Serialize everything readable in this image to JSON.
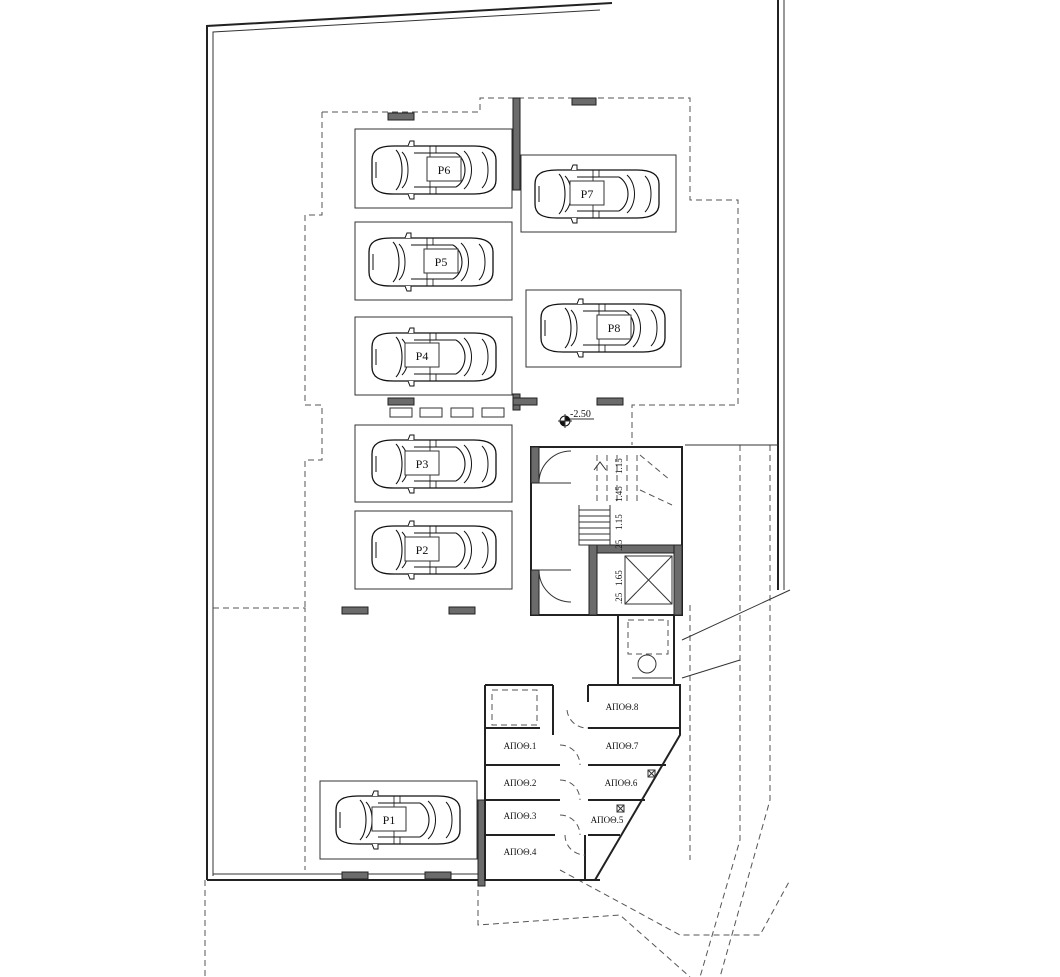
{
  "parking_spaces": [
    {
      "id": "p6",
      "label": "P6"
    },
    {
      "id": "p7",
      "label": "P7"
    },
    {
      "id": "p5",
      "label": "P5"
    },
    {
      "id": "p8",
      "label": "P8"
    },
    {
      "id": "p4",
      "label": "P4"
    },
    {
      "id": "p3",
      "label": "P3"
    },
    {
      "id": "p2",
      "label": "P2"
    },
    {
      "id": "p1",
      "label": "P1"
    }
  ],
  "level_marker": "-2.50",
  "storage_rooms": [
    {
      "id": "apoth1",
      "label": "ΑΠΟΘ.1"
    },
    {
      "id": "apoth2",
      "label": "ΑΠΟΘ.2"
    },
    {
      "id": "apoth3",
      "label": "ΑΠΟΘ.3"
    },
    {
      "id": "apoth4",
      "label": "ΑΠΟΘ.4"
    },
    {
      "id": "apoth5",
      "label": "ΑΠΟΘ.5"
    },
    {
      "id": "apoth6",
      "label": "ΑΠΟΘ.6"
    },
    {
      "id": "apoth7",
      "label": "ΑΠΟΘ.7"
    },
    {
      "id": "apoth8",
      "label": "ΑΠΟΘ.8"
    }
  ],
  "stair_dimensions": [
    "1.15",
    "1.45",
    "1.15",
    ".25",
    "1.65",
    ".25"
  ],
  "colors": {
    "line": "#222222",
    "column_fill": "#6b6b6b",
    "dashed": "#555555"
  }
}
